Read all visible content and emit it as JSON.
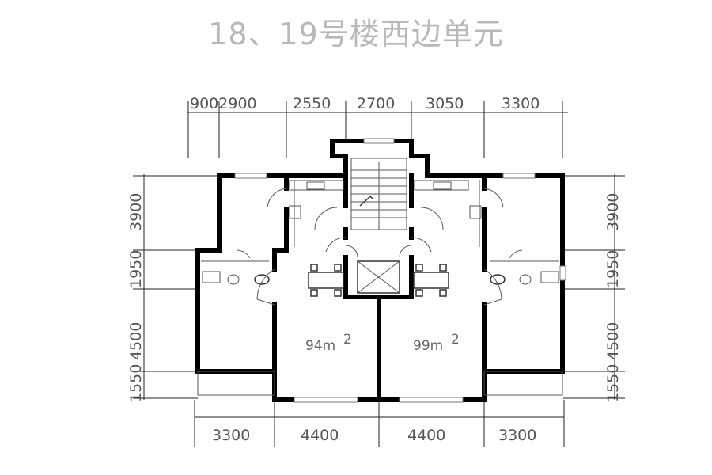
{
  "title": "18、19号楼西边单元",
  "top_dimensions": [
    "9002900",
    "2550",
    "2700",
    "3050",
    "3300"
  ],
  "bottom_dimensions": [
    "3300",
    "4400",
    "4400",
    "3300"
  ],
  "left_dimensions": [
    "3900",
    "1950",
    "4500",
    "1550"
  ],
  "right_dimensions": [
    "3900",
    "1950",
    "4500",
    "1550"
  ],
  "units": [
    {
      "area": "94m",
      "superscript": "2"
    },
    {
      "area": "99m",
      "superscript": "2"
    }
  ]
}
